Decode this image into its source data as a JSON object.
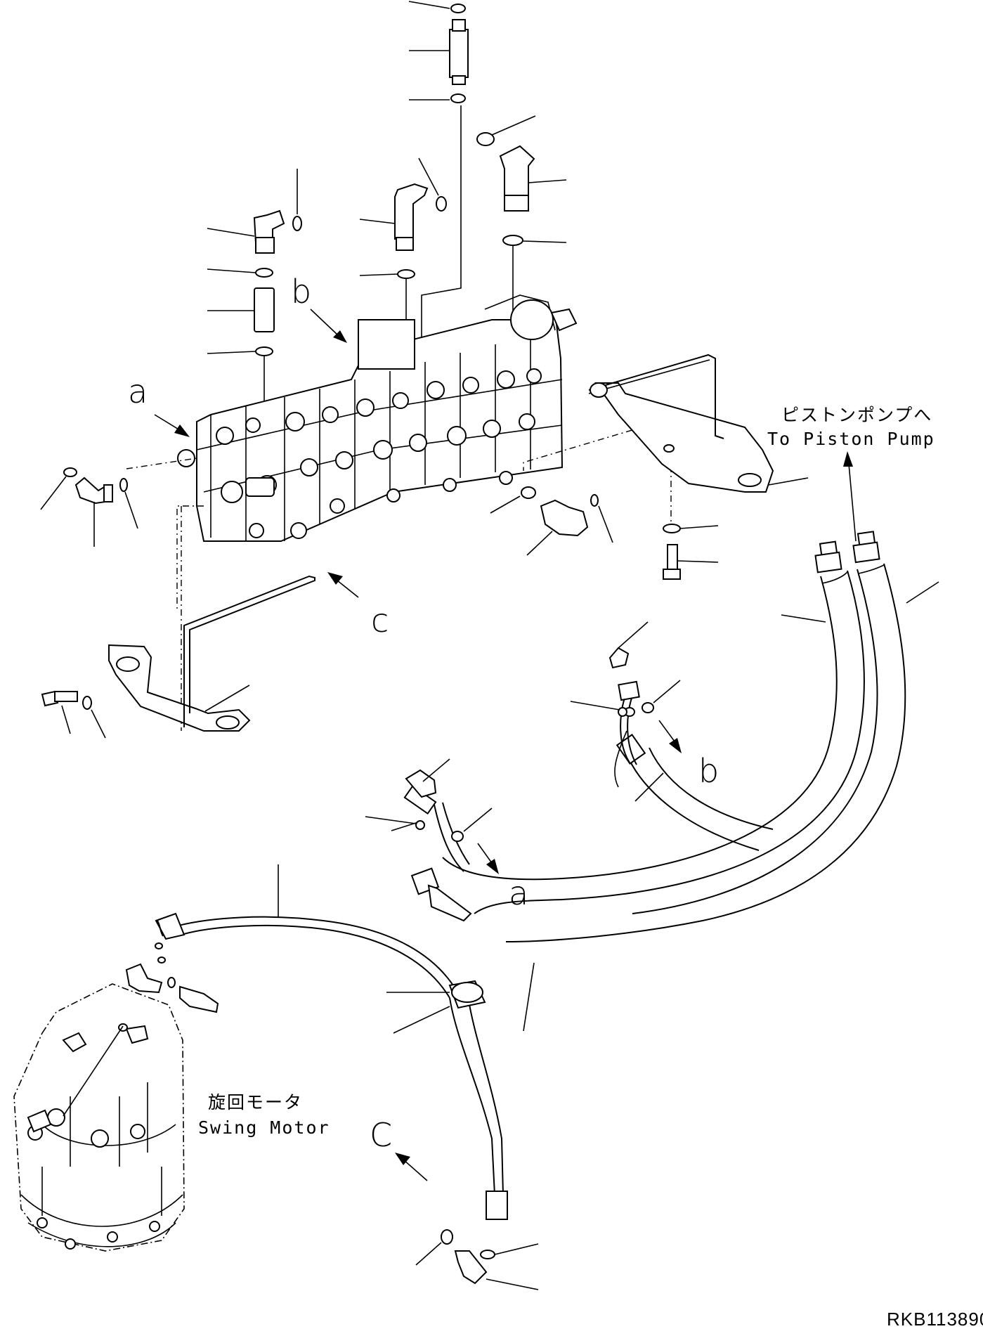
{
  "reference_letters": {
    "a_top": "a",
    "a_bottom": "a",
    "b_top": "b",
    "b_bottom": "b",
    "c_top": "c",
    "c_bottom": "C"
  },
  "piston_pump_label": {
    "jp": "ピストンポンプへ",
    "en": "To Piston Pump"
  },
  "swing_motor_label": {
    "jp": "旋回モータ",
    "en": "Swing Motor"
  },
  "figure_number": "RKB113890",
  "icons": [
    "control-valve-drawing",
    "swing-motor-drawing",
    "hose-drawing",
    "elbow-fitting-drawing",
    "o-ring-drawing",
    "bolt-drawing",
    "bracket-drawing"
  ]
}
